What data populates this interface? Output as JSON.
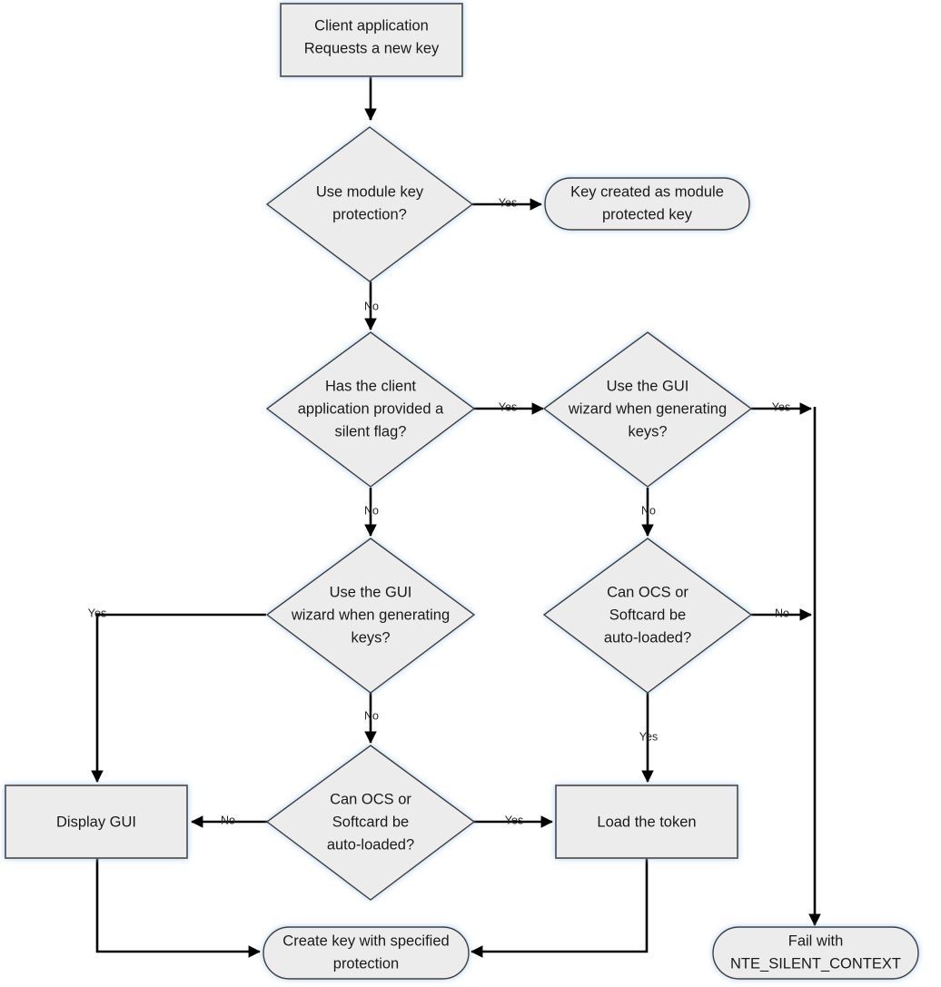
{
  "diagram": {
    "title": "Key generation protection decision flow",
    "type": "flowchart",
    "background_color": "#ffffff",
    "shape_fill_color": "#ececec",
    "shape_stroke_color": "#3c3c3c",
    "edge_color": "#000000",
    "text_color": "#1a1a1a"
  },
  "nodes": {
    "client_request": {
      "shape": "rectangle",
      "line1": "Client application",
      "line2": "Requests a new key"
    },
    "module_key_protection": {
      "shape": "diamond",
      "line1": "Use module key",
      "line2": "protection?"
    },
    "module_protected_key": {
      "shape": "rounded",
      "line1": "Key created as module",
      "line2": "protected key"
    },
    "silent_flag": {
      "shape": "diamond",
      "line1": "Has the client",
      "line2": "application provided a",
      "line3": "silent flag?"
    },
    "gui_wizard_right": {
      "shape": "diamond",
      "line1": "Use the GUI",
      "line2": "wizard when generating",
      "line3": "keys?"
    },
    "gui_wizard_left": {
      "shape": "diamond",
      "line1": "Use the GUI",
      "line2": "wizard when generating",
      "line3": "keys?"
    },
    "ocs_softcard_right": {
      "shape": "diamond",
      "line1": "Can OCS or",
      "line2": "Softcard be",
      "line3": "auto-loaded?"
    },
    "ocs_softcard_bottom": {
      "shape": "diamond",
      "line1": "Can OCS or",
      "line2": "Softcard be",
      "line3": "auto-loaded?"
    },
    "display_gui": {
      "shape": "rectangle",
      "line1": "Display GUI"
    },
    "load_token": {
      "shape": "rectangle",
      "line1": "Load the token"
    },
    "create_key": {
      "shape": "rounded",
      "line1": "Create key with specified",
      "line2": "protection"
    },
    "fail_silent": {
      "shape": "rounded",
      "line1": "Fail with",
      "line2": "NTE_SILENT_CONTEXT"
    }
  },
  "edge_labels": {
    "module_yes": "Yes",
    "module_no": "No",
    "silent_yes": "Yes",
    "silent_no": "No",
    "gui_right_yes": "Yes",
    "gui_right_no": "No",
    "gui_left_yes": "Yes",
    "gui_left_no": "No",
    "ocs_right_no": "No",
    "ocs_right_yes": "Yes",
    "ocs_bottom_no": "No",
    "ocs_bottom_yes": "Yes"
  }
}
